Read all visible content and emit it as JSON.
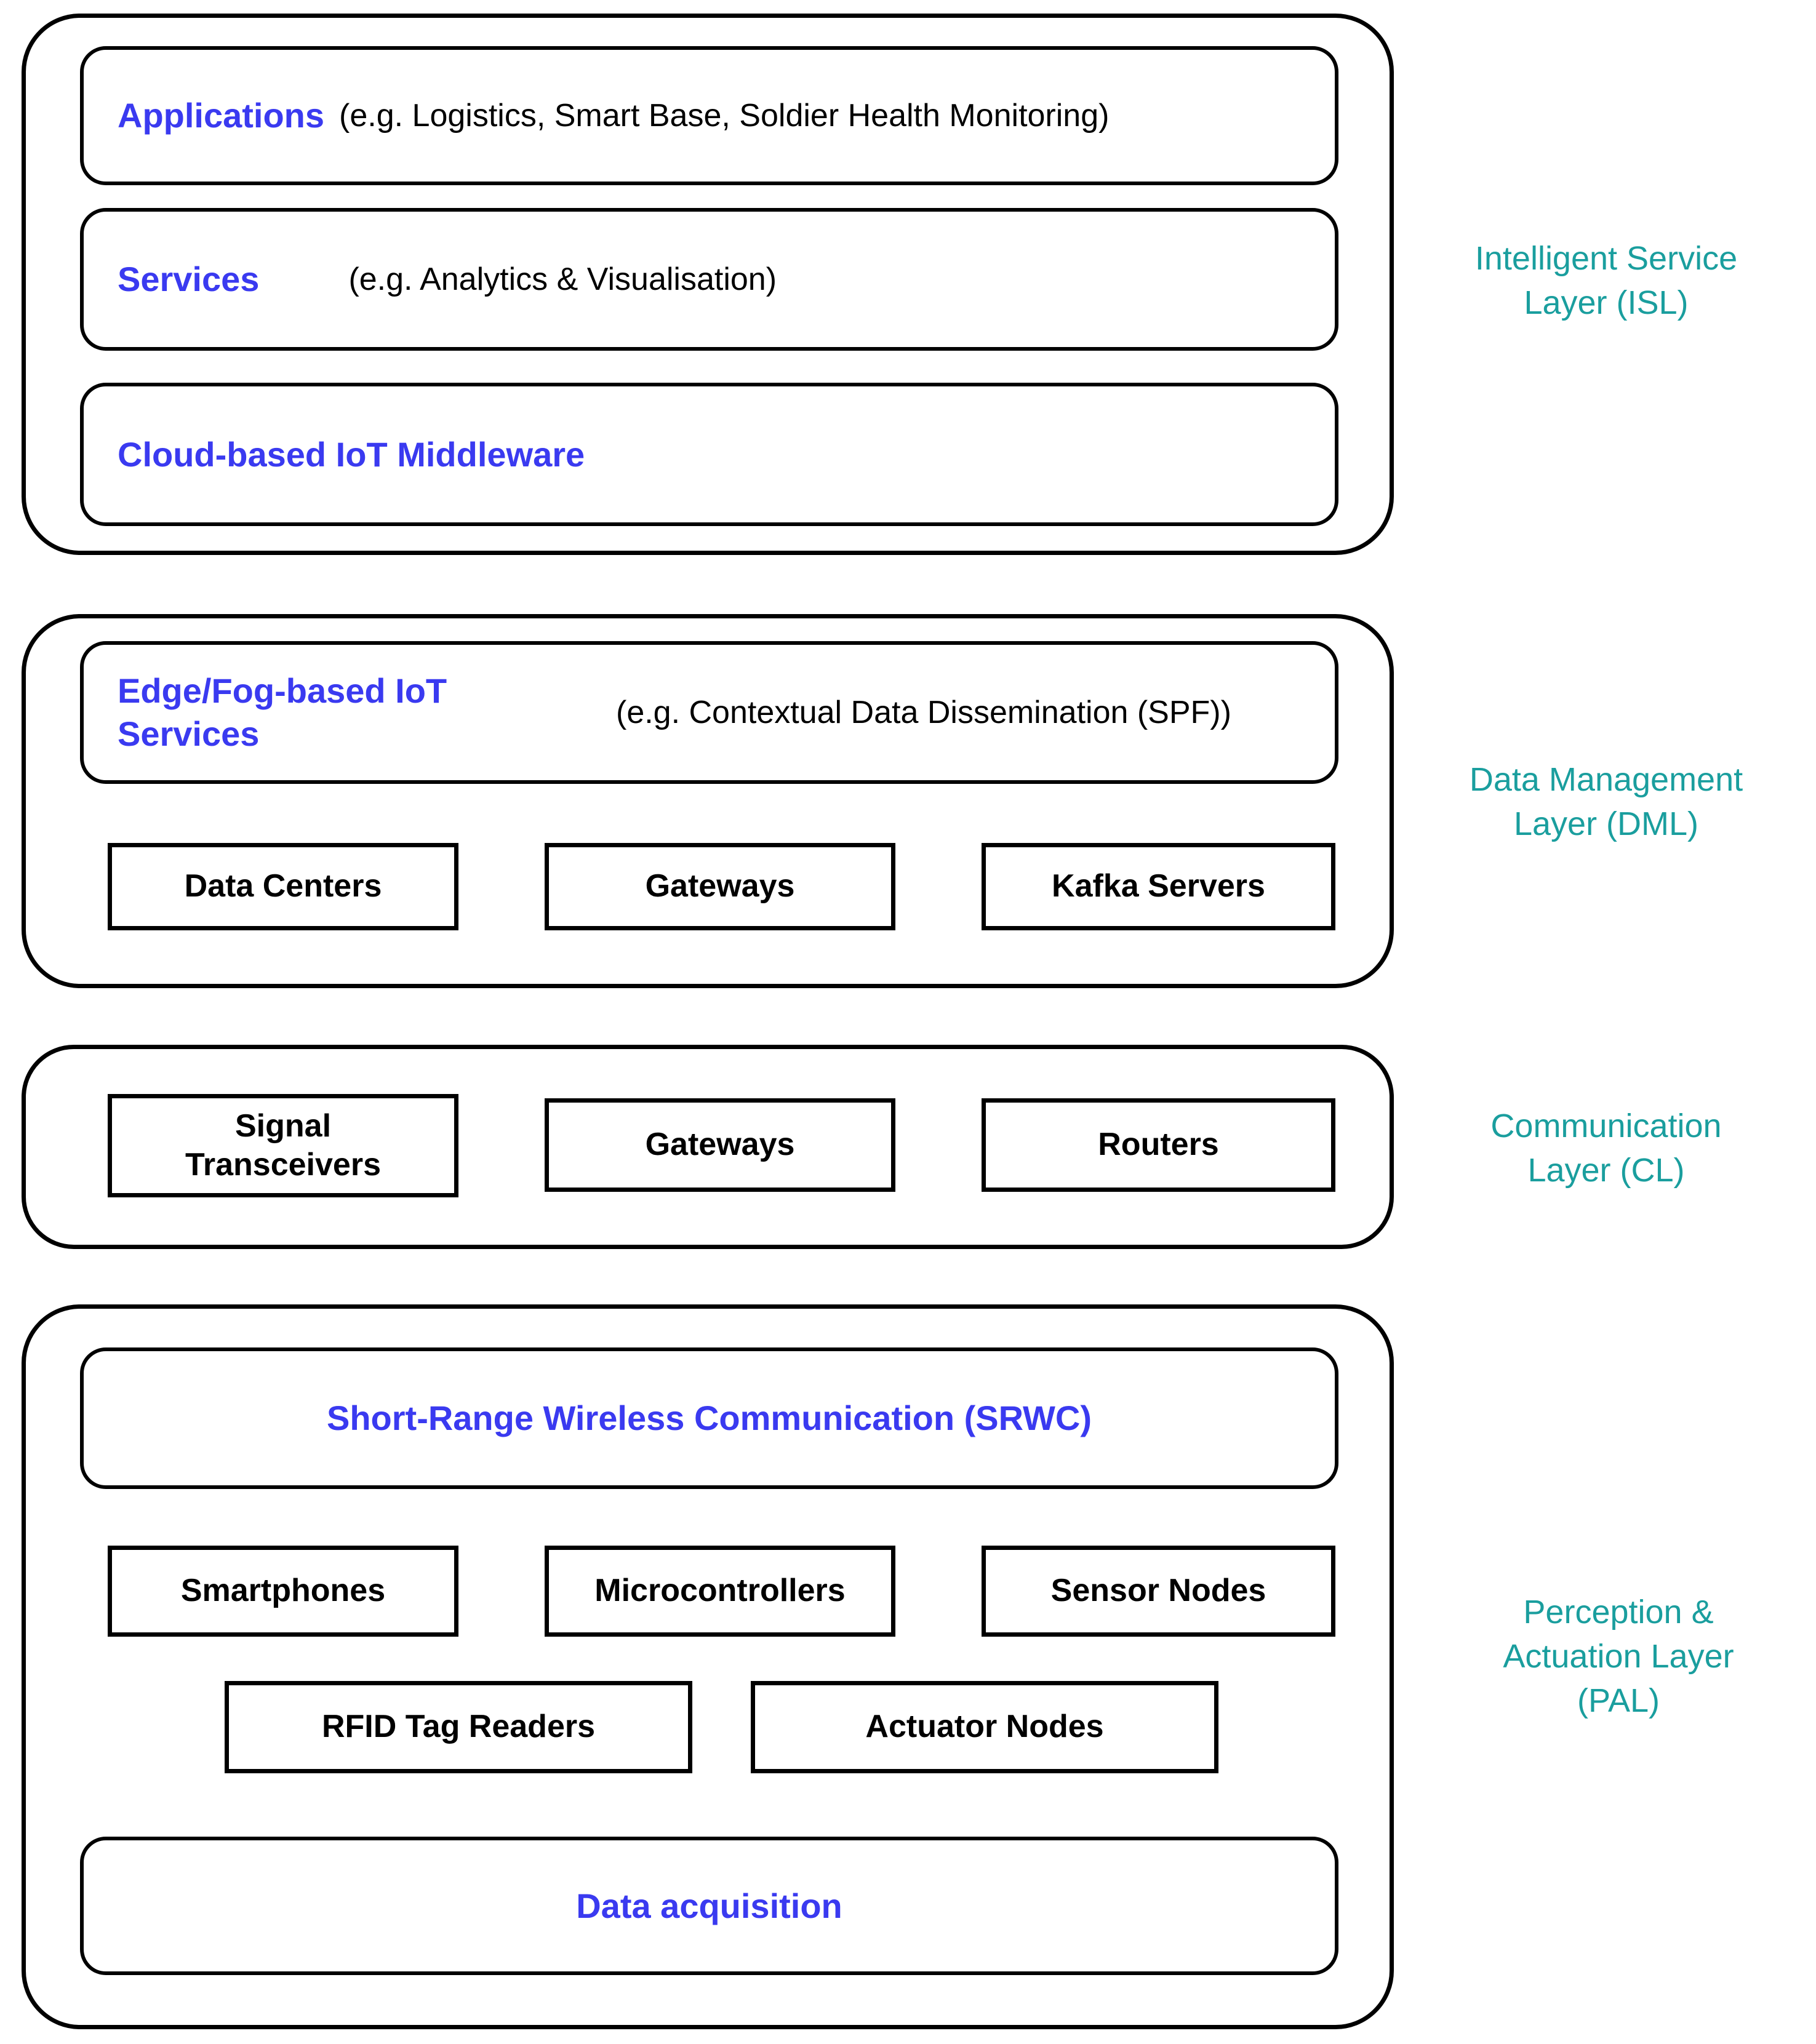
{
  "colors": {
    "title_blue": "#3A3AF0",
    "layer_teal": "#1A9E9E",
    "line_black": "#000000"
  },
  "isl": {
    "label": "Intelligent Service\nLayer (ISL)",
    "applications_title": "Applications",
    "applications_desc": "(e.g. Logistics, Smart Base, Soldier Health Monitoring)",
    "services_title": "Services",
    "services_desc": "(e.g. Analytics & Visualisation)",
    "cloud_title": "Cloud-based IoT Middleware"
  },
  "dml": {
    "label": "Data Management\nLayer (DML)",
    "edgefog_title": "Edge/Fog-based IoT\nServices",
    "edgefog_desc": "(e.g. Contextual Data Dissemination (SPF))",
    "boxes": [
      "Data Centers",
      "Gateways",
      "Kafka Servers"
    ]
  },
  "cl": {
    "label": "Communication\nLayer (CL)",
    "boxes": [
      "Signal\nTransceivers",
      "Gateways",
      "Routers"
    ]
  },
  "pal": {
    "label": "Perception &\nActuation Layer\n(PAL)",
    "srwc_title": "Short-Range Wireless Communication (SRWC)",
    "row1_boxes": [
      "Smartphones",
      "Microcontrollers",
      "Sensor Nodes"
    ],
    "row2_boxes": [
      "RFID Tag Readers",
      "Actuator Nodes"
    ],
    "dataacq_title": "Data acquisition"
  }
}
